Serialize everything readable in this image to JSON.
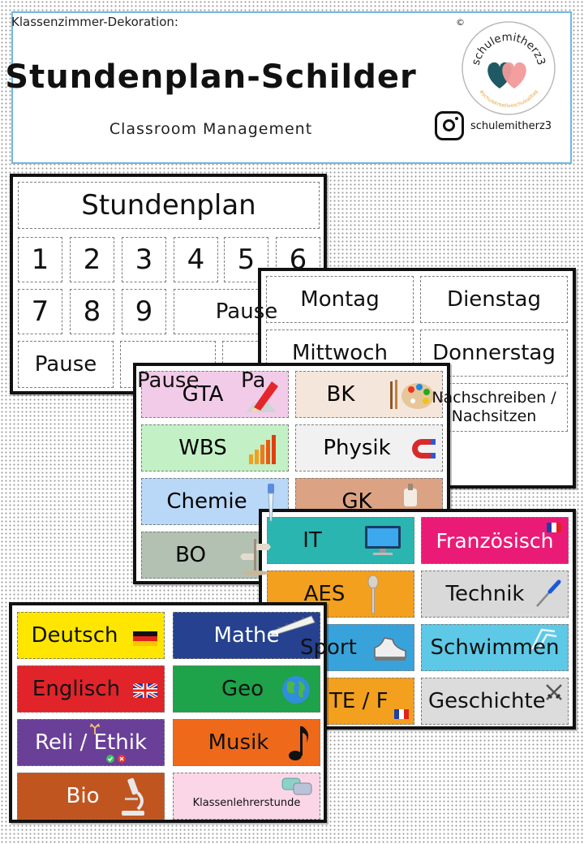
{
  "header": {
    "kicker": "Klassenzimmer-Dekoration:",
    "title": "Stundenplan-Schilder",
    "subtitle": "Classroom Management",
    "copyright": "©",
    "logo_text": "schulemitherz3",
    "logo_subtext": "#schulekreativeschulealltag",
    "instagram_icon": "instagram-icon",
    "instagram_handle": "schulemitherz3"
  },
  "page1": {
    "title": "Stundenplan",
    "numbers": [
      "1",
      "2",
      "3",
      "4",
      "5",
      "6",
      "7",
      "8",
      "9"
    ],
    "pause": "Pause",
    "pause_partial_1": "Pause",
    "pause_partial_2": "Pa"
  },
  "page2": {
    "days": [
      "Montag",
      "Dienstag",
      "Mittwoch",
      "Donnerstag"
    ],
    "extra_line1": "Nachschreiben /",
    "extra_line2": "Nachsitzen"
  },
  "page3": {
    "subjects": [
      {
        "label": "GTA",
        "color": "#f2cbe8",
        "icon": "pencil-icon"
      },
      {
        "label": "BK",
        "color": "#f5e6db",
        "icon": "palette-icon"
      },
      {
        "label": "WBS",
        "color": "#c3f0c5",
        "icon": "bar-chart-icon"
      },
      {
        "label": "Physik",
        "color": "#f1f1f1",
        "icon": "magnet-icon"
      },
      {
        "label": "Chemie",
        "color": "#b9d8f7",
        "icon": "pipette-icon"
      },
      {
        "label": "GK",
        "color": "#dba383",
        "icon": "paragraph-icon"
      },
      {
        "label": "BO",
        "color": "#b2c1b2",
        "icon": "signpost-icon"
      }
    ]
  },
  "page4": {
    "subjects": [
      {
        "label": "IT",
        "color": "#2ab5b0",
        "text": "#111",
        "icon": "monitor-icon"
      },
      {
        "label": "Französisch",
        "color": "#ea1b77",
        "text": "#ffffff",
        "icon": "france-flag-icon"
      },
      {
        "label": "AES",
        "color": "#f2a01e",
        "text": "#111",
        "icon": "spoon-icon"
      },
      {
        "label": "Technik",
        "color": "#d9d9d9",
        "text": "#111",
        "icon": "screwdriver-icon"
      },
      {
        "label": "Sport",
        "color": "#38a3db",
        "text": "#111",
        "icon": "sneaker-icon"
      },
      {
        "label": "Schwimmen",
        "color": "#5dc9e6",
        "text": "#111",
        "icon": "pool-ladder-icon"
      },
      {
        "label": "TE / F",
        "color": "#f2a01e",
        "text": "#111",
        "icon": "france-flag-icon"
      },
      {
        "label": "Geschichte",
        "color": "#dcdcdc",
        "text": "#111",
        "icon": "crossed-swords-icon"
      }
    ]
  },
  "page5": {
    "subjects": [
      {
        "label": "Deutsch",
        "color": "#ffe600",
        "text": "#111",
        "icon": "germany-flag-icon"
      },
      {
        "label": "Mathe",
        "color": "#25418f",
        "text": "#ffffff",
        "icon": "ruler-icon"
      },
      {
        "label": "Englisch",
        "color": "#e0242a",
        "text": "#111",
        "icon": "uk-flag-icon"
      },
      {
        "label": "Geo",
        "color": "#1ea24a",
        "text": "#111",
        "icon": "globe-icon"
      },
      {
        "label": "Reli / Ethik",
        "color": "#6a3f98",
        "text": "#ffffff",
        "icon": "antler-icon"
      },
      {
        "label": "Musik",
        "color": "#ee6a1a",
        "text": "#111",
        "icon": "music-note-icon"
      },
      {
        "label": "Bio",
        "color": "#c15520",
        "text": "#ffffff",
        "icon": "microscope-icon"
      },
      {
        "label": "Klassenlehrerstunde",
        "color": "#fbd6e6",
        "text": "#111",
        "icon": "speech-bubbles-icon"
      }
    ]
  }
}
